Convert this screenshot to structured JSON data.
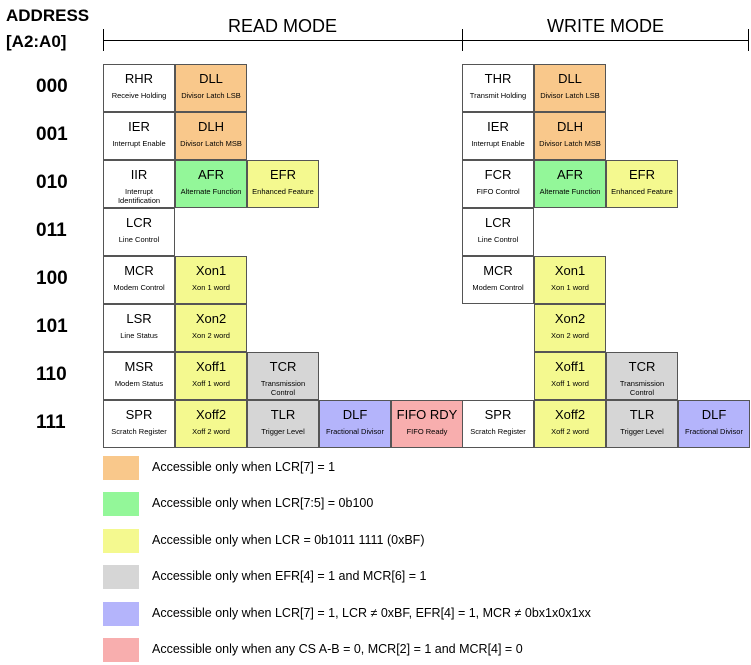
{
  "header": {
    "address_label_line1": "ADDRESS",
    "address_label_line2": "[A2:A0]",
    "read_mode_title": "READ MODE",
    "write_mode_title": "WRITE MODE"
  },
  "colors": {
    "white": "#ffffff",
    "orange": "#f9c88b",
    "green": "#93f799",
    "yellow": "#f4f98f",
    "gray": "#d6d6d6",
    "blue": "#b4b4fb",
    "pink": "#f8aeae"
  },
  "addresses": [
    "000",
    "001",
    "010",
    "011",
    "100",
    "101",
    "110",
    "111"
  ],
  "read_mode": [
    [
      {
        "abbr": "RHR",
        "full": "Receive Holding",
        "color": "white"
      },
      {
        "abbr": "DLL",
        "full": "Divisor Latch LSB",
        "color": "orange"
      }
    ],
    [
      {
        "abbr": "IER",
        "full": "Interrupt Enable",
        "color": "white"
      },
      {
        "abbr": "DLH",
        "full": "Divisor Latch MSB",
        "color": "orange"
      }
    ],
    [
      {
        "abbr": "IIR",
        "full": "Interrupt Identification",
        "color": "white"
      },
      {
        "abbr": "AFR",
        "full": "Alternate Function",
        "color": "green"
      },
      {
        "abbr": "EFR",
        "full": "Enhanced Feature",
        "color": "yellow"
      }
    ],
    [
      {
        "abbr": "LCR",
        "full": "Line Control",
        "color": "white"
      }
    ],
    [
      {
        "abbr": "MCR",
        "full": "Modem Control",
        "color": "white"
      },
      {
        "abbr": "Xon1",
        "full": "Xon 1 word",
        "color": "yellow"
      }
    ],
    [
      {
        "abbr": "LSR",
        "full": "Line Status",
        "color": "white"
      },
      {
        "abbr": "Xon2",
        "full": "Xon 2 word",
        "color": "yellow"
      }
    ],
    [
      {
        "abbr": "MSR",
        "full": "Modem Status",
        "color": "white"
      },
      {
        "abbr": "Xoff1",
        "full": "Xoff 1 word",
        "color": "yellow"
      },
      {
        "abbr": "TCR",
        "full": "Transmission Control",
        "color": "gray"
      }
    ],
    [
      {
        "abbr": "SPR",
        "full": "Scratch Register",
        "color": "white"
      },
      {
        "abbr": "Xoff2",
        "full": "Xoff 2 word",
        "color": "yellow"
      },
      {
        "abbr": "TLR",
        "full": "Trigger Level",
        "color": "gray"
      },
      {
        "abbr": "DLF",
        "full": "Fractional Divisor",
        "color": "blue"
      },
      {
        "abbr": "FIFO RDY",
        "full": "FIFO Ready",
        "color": "pink"
      }
    ]
  ],
  "write_mode": [
    [
      {
        "abbr": "THR",
        "full": "Transmit Holding",
        "color": "white"
      },
      {
        "abbr": "DLL",
        "full": "Divisor Latch LSB",
        "color": "orange"
      }
    ],
    [
      {
        "abbr": "IER",
        "full": "Interrupt Enable",
        "color": "white"
      },
      {
        "abbr": "DLH",
        "full": "Divisor Latch MSB",
        "color": "orange"
      }
    ],
    [
      {
        "abbr": "FCR",
        "full": "FIFO Control",
        "color": "white"
      },
      {
        "abbr": "AFR",
        "full": "Alternate Function",
        "color": "green"
      },
      {
        "abbr": "EFR",
        "full": "Enhanced Feature",
        "color": "yellow"
      }
    ],
    [
      {
        "abbr": "LCR",
        "full": "Line Control",
        "color": "white"
      }
    ],
    [
      {
        "abbr": "MCR",
        "full": "Modem Control",
        "color": "white"
      },
      {
        "abbr": "Xon1",
        "full": "Xon 1 word",
        "color": "yellow"
      }
    ],
    [
      null,
      {
        "abbr": "Xon2",
        "full": "Xon 2 word",
        "color": "yellow"
      }
    ],
    [
      null,
      {
        "abbr": "Xoff1",
        "full": "Xoff 1 word",
        "color": "yellow"
      },
      {
        "abbr": "TCR",
        "full": "Transmission Control",
        "color": "gray"
      }
    ],
    [
      {
        "abbr": "SPR",
        "full": "Scratch Register",
        "color": "white"
      },
      {
        "abbr": "Xoff2",
        "full": "Xoff 2 word",
        "color": "yellow"
      },
      {
        "abbr": "TLR",
        "full": "Trigger Level",
        "color": "gray"
      },
      {
        "abbr": "DLF",
        "full": "Fractional Divisor",
        "color": "blue"
      }
    ]
  ],
  "legend": [
    {
      "color": "orange",
      "text": "Accessible only when LCR[7] = 1"
    },
    {
      "color": "green",
      "text": "Accessible only when LCR[7:5] = 0b100"
    },
    {
      "color": "yellow",
      "text": "Accessible only when LCR = 0b1011 1111 (0xBF)"
    },
    {
      "color": "gray",
      "text": "Accessible only when EFR[4] = 1 and MCR[6] = 1"
    },
    {
      "color": "blue",
      "text": "Accessible only when LCR[7] = 1, LCR ≠ 0xBF, EFR[4] = 1, MCR  ≠  0bx1x0x1xx"
    },
    {
      "color": "pink",
      "text": "Accessible only when any CS A-B = 0, MCR[2] = 1 and MCR[4] = 0"
    }
  ]
}
